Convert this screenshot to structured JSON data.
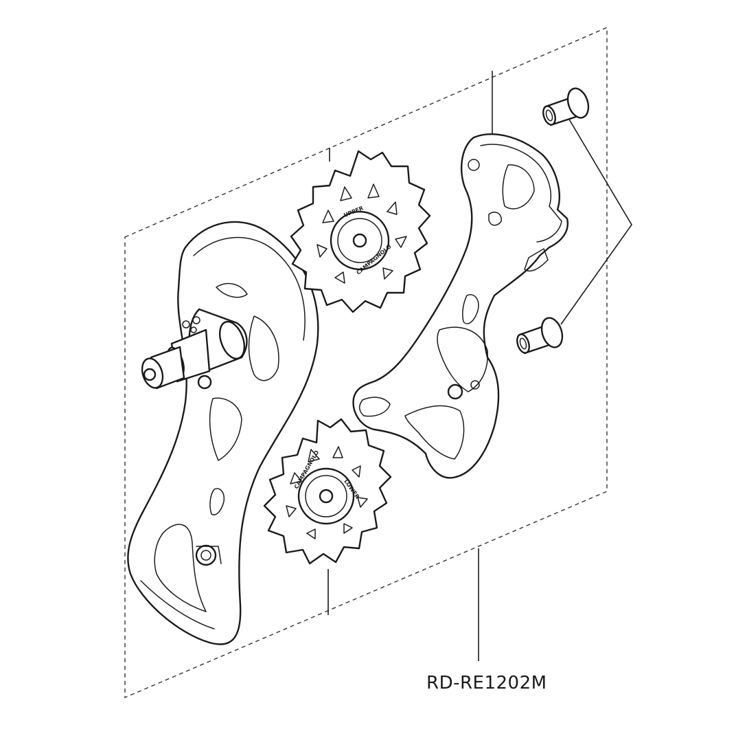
{
  "diagram": {
    "part_code": "RD-RE1202M",
    "upper_pulley": {
      "top_text": "UPPER",
      "bottom_text": "CAMPAGNOLO"
    },
    "lower_pulley": {
      "top_text": "CAMPAGNOLO",
      "side_text": "LOWER"
    },
    "colors": {
      "line": "#1a1a1a",
      "background": "#ffffff"
    }
  }
}
